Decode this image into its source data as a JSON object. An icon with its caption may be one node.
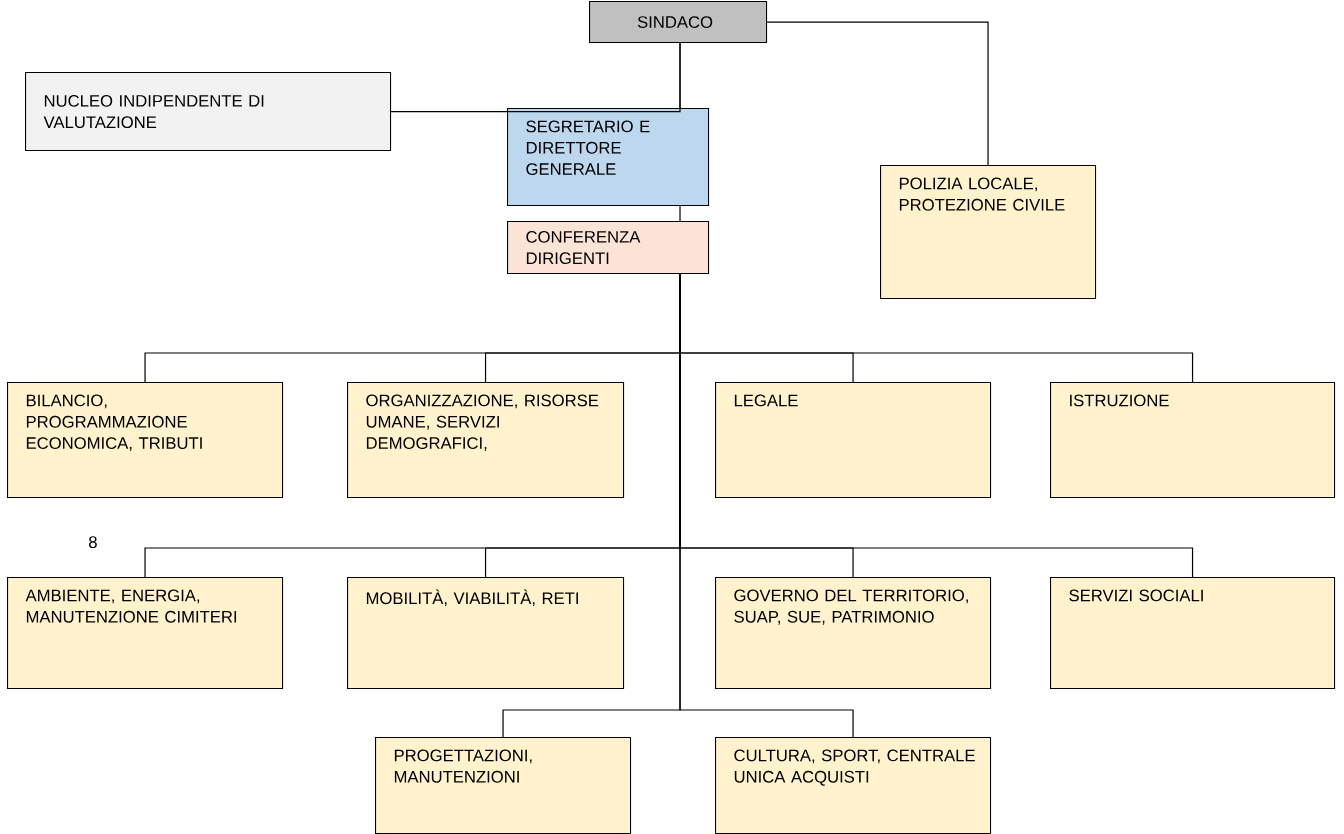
{
  "diagram": {
    "nodes": [
      {
        "text": [
          "SINDACO"
        ]
      },
      {
        "text": [
          "NUCLEO INDIPENDENTE DI VALUTAZIONE"
        ]
      },
      {
        "text": [
          "SEGRETARIO E DIRETTORE GENERALE"
        ]
      },
      {
        "text": [
          "CONFERENZA DIRIGENTI"
        ]
      },
      {
        "text": [
          "POLIZIA LOCALE, PROTEZIONE CIVILE"
        ]
      },
      {
        "text": [
          "BILANCIO, PROGRAMMAZIONE ECONOMICA, TRIBUTI"
        ]
      },
      {
        "text": [
          "ORGANIZZAZIONE, RISORSE UMANE, SERVIZI DEMOGRAFICI,"
        ]
      },
      {
        "text": [
          "LEGALE"
        ]
      },
      {
        "text": [
          "ISTRUZIONE"
        ]
      },
      {
        "text": [
          "AMBIENTE, ENERGIA, MANUTENZIONE CIMITERI"
        ]
      },
      {
        "text": [
          "MOBILITÀ, VIABILITÀ, RETI"
        ]
      },
      {
        "text": [
          "GOVERNO DEL TERRITORIO, SUAP, SUE, PATRIMONIO"
        ]
      },
      {
        "text": [
          "SERVIZI SOCIALI"
        ]
      },
      {
        "text": [
          "PROGETTAZIONI, MANUTENZIONI"
        ]
      },
      {
        "text": [
          "CULTURA, SPORT, CENTRALE UNICA ACQUISTI"
        ]
      }
    ],
    "edges": [
      {
        "from": 0,
        "to": 2,
        "arrow": "none"
      },
      {
        "from": 1,
        "to": 0,
        "arrow": "none"
      },
      {
        "from": 0,
        "to": 4,
        "arrow": "none"
      },
      {
        "from": 2,
        "to": 3,
        "arrow": "none"
      },
      {
        "from": 3,
        "to": 5,
        "arrow": "none"
      },
      {
        "from": 3,
        "to": 6,
        "arrow": "none"
      },
      {
        "from": 3,
        "to": 7,
        "arrow": "none"
      },
      {
        "from": 3,
        "to": 8,
        "arrow": "none"
      },
      {
        "from": 3,
        "to": 9,
        "arrow": "none"
      },
      {
        "from": 3,
        "to": 10,
        "arrow": "none"
      },
      {
        "from": 3,
        "to": 11,
        "arrow": "none"
      },
      {
        "from": 3,
        "to": 12,
        "arrow": "none"
      },
      {
        "from": 3,
        "to": 13,
        "arrow": "none"
      },
      {
        "from": 3,
        "to": 14,
        "arrow": "none"
      }
    ],
    "labels": [
      "8"
    ]
  }
}
